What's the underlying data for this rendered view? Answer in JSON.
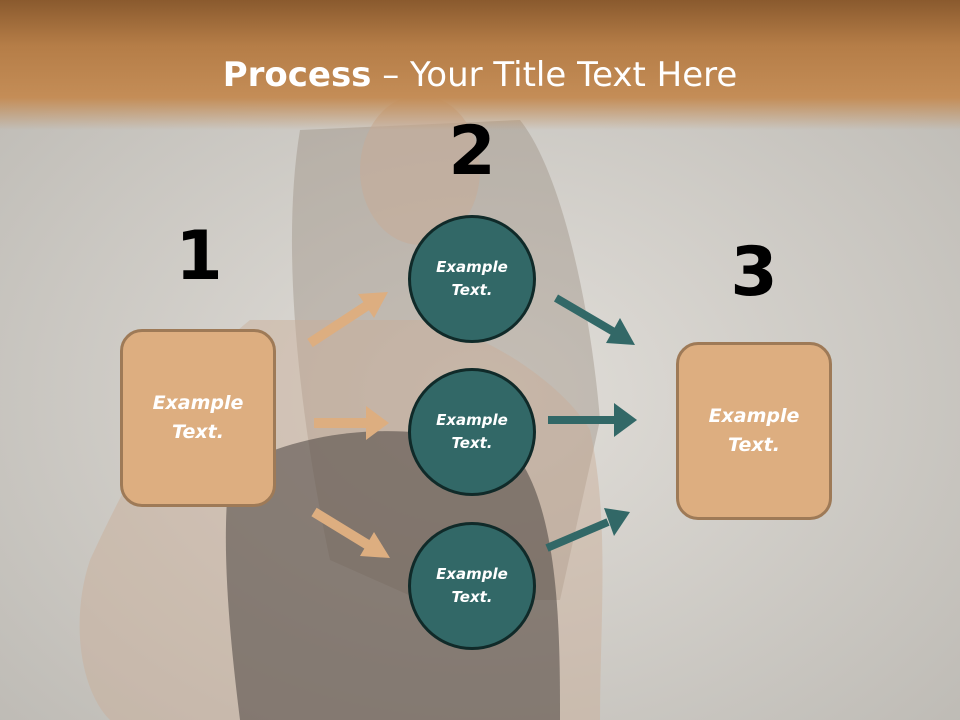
{
  "slide": {
    "title_bold": "Process",
    "title_rest": " – Your Title Text Here"
  },
  "steps": {
    "step1_number": "1",
    "step2_number": "2",
    "step3_number": "3"
  },
  "nodes": {
    "left_box_text": "Example Text.",
    "circle_top_text": "Example Text.",
    "circle_middle_text": "Example Text.",
    "circle_bottom_text": "Example Text.",
    "right_box_text": "Example Text."
  },
  "colors": {
    "header": "#c48d57",
    "box_fill": "#ddae80",
    "circle_fill": "#326867",
    "arrow_left": "#ddae80",
    "arrow_right": "#326867"
  }
}
